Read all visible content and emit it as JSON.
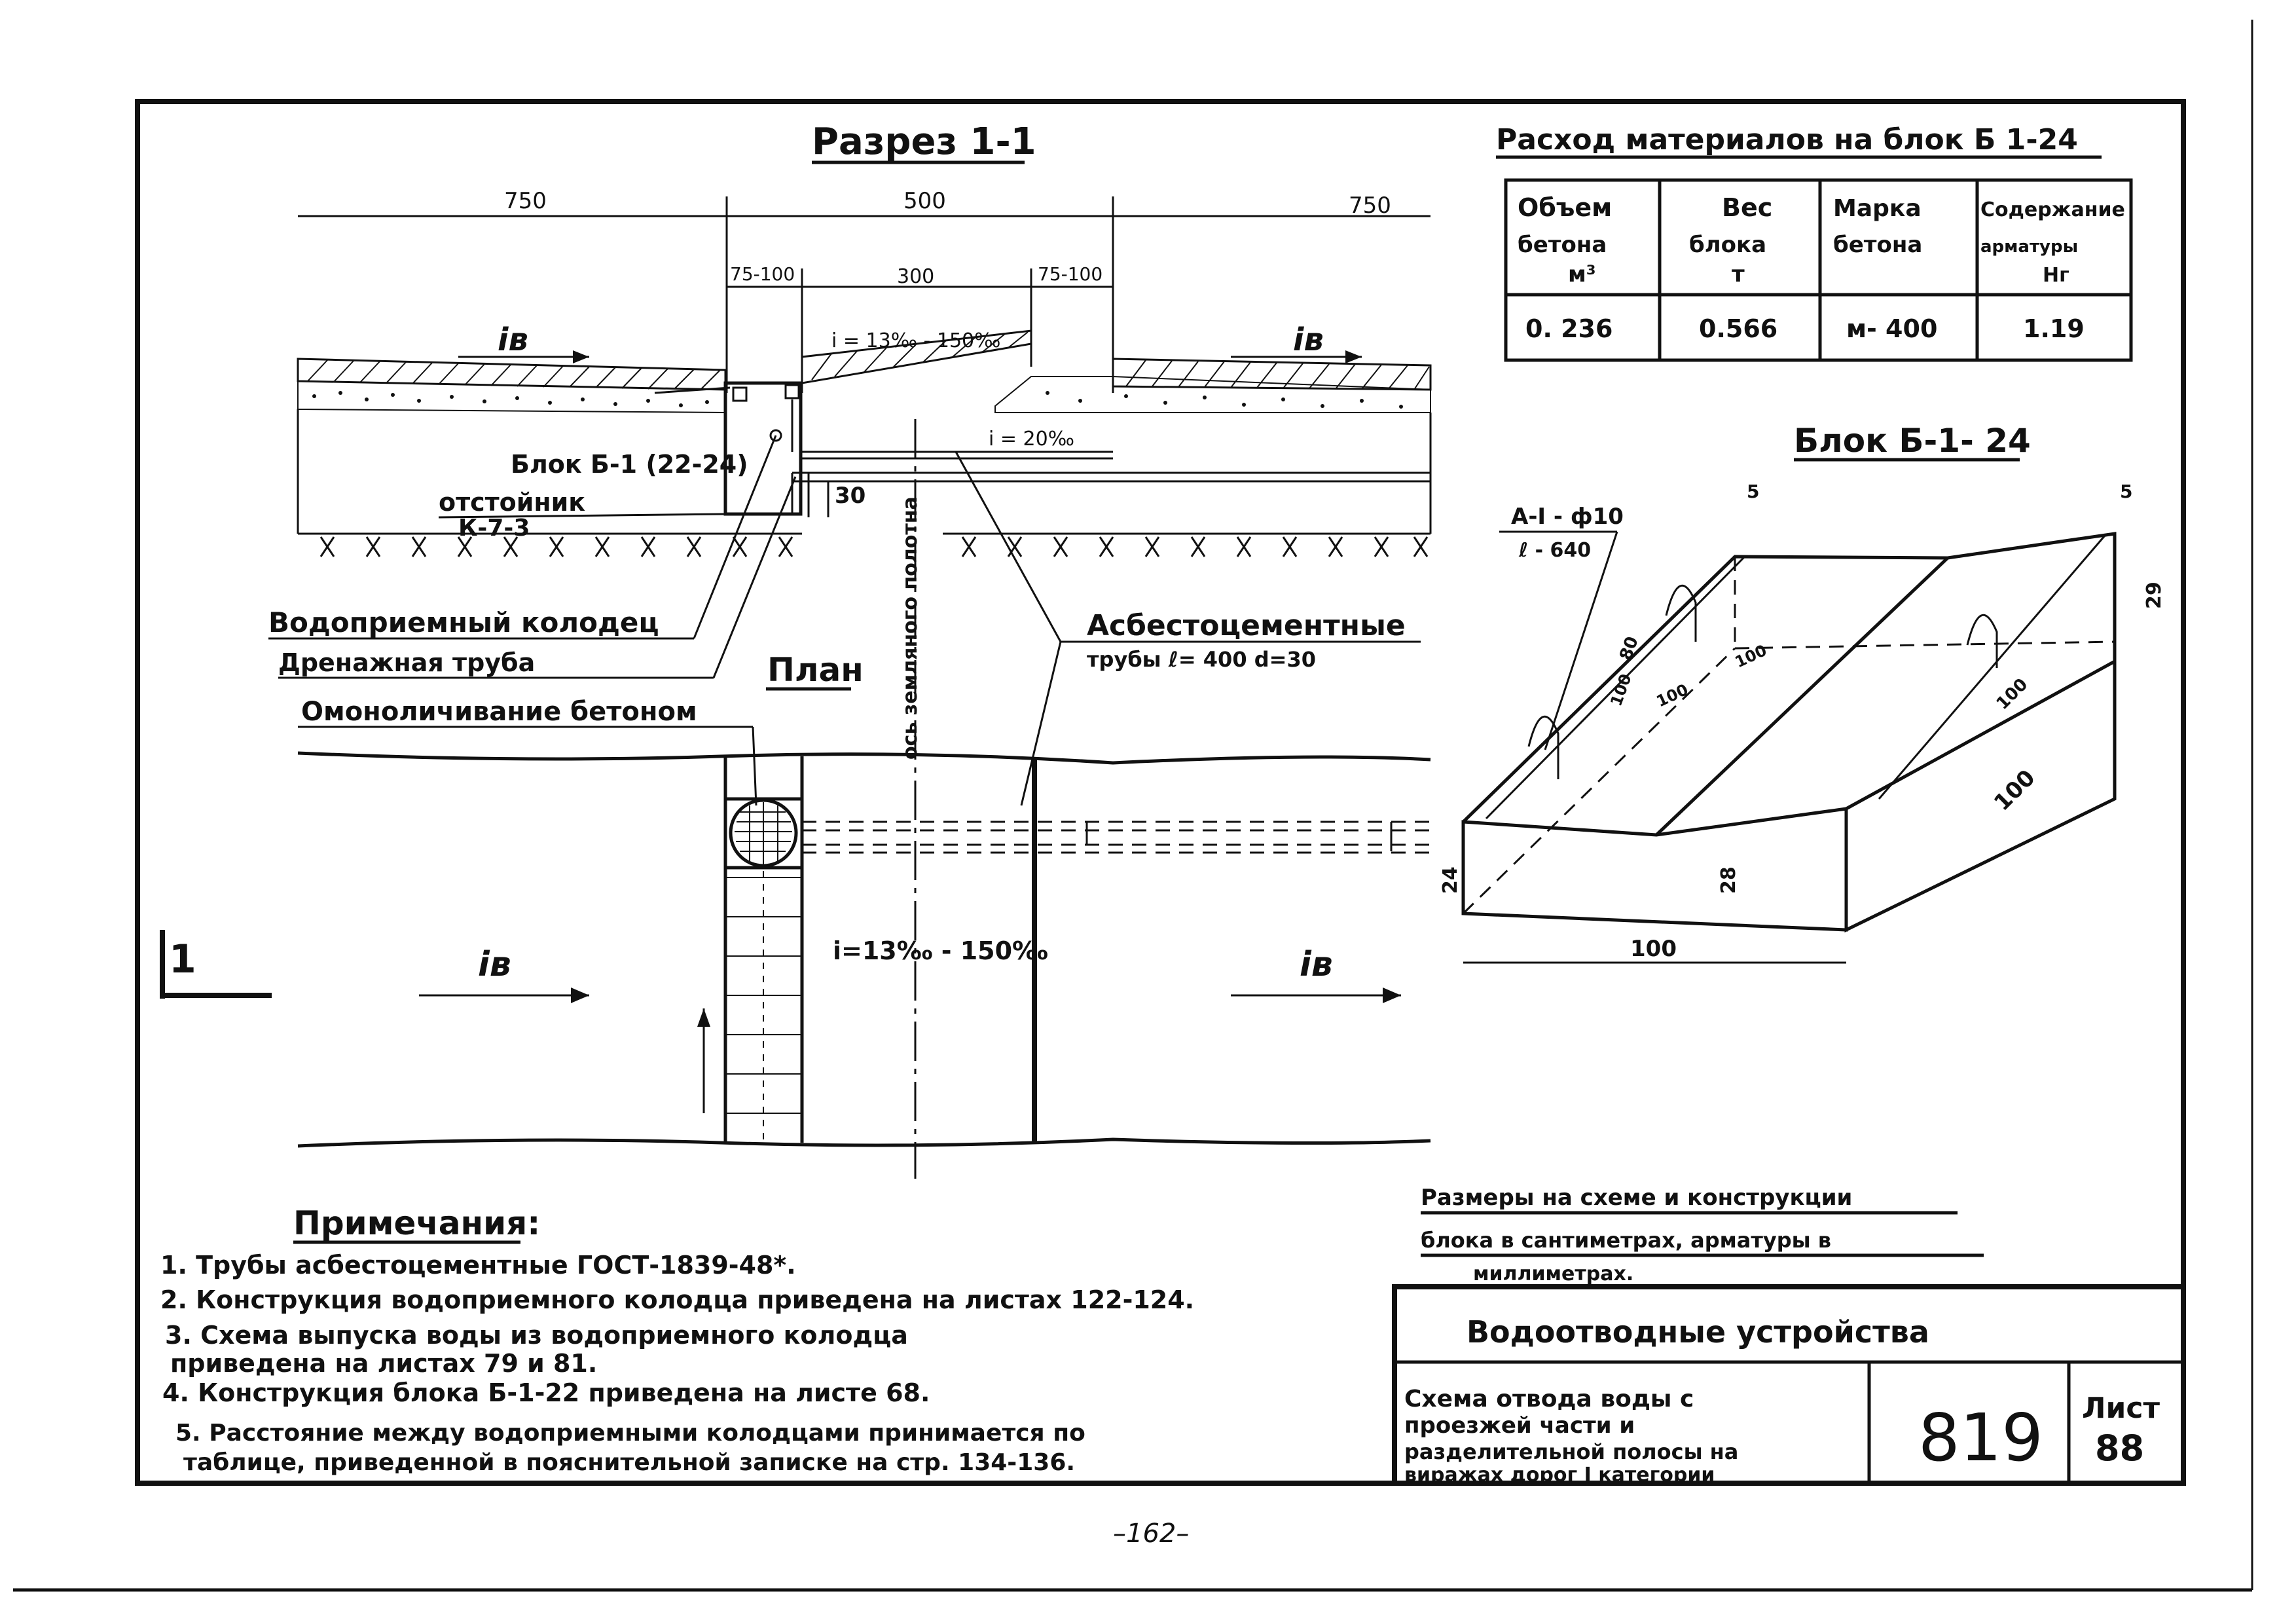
{
  "section": {
    "title": "Разрез 1-1",
    "dim_left": "750",
    "dim_mid": "500",
    "dim_right": "750",
    "dim_a": "75-100",
    "dim_b": "300",
    "dim_c": "75-100",
    "slope_road": "i = 13‰ - 150‰",
    "slope_pipe": "i = 20‰",
    "iv_left": "iв",
    "iv_right": "iв",
    "block_label": "Блок Б-1 (22-24)",
    "settler_label": "отстойник",
    "settler_code": "К-7-3",
    "dim_30": "30",
    "well_label": "Водоприемный колодец",
    "drain_label": "Дренажная труба",
    "axis_label": "ось земляного полотна",
    "pipes_label": "Асбестоцементные",
    "pipes_label2": "трубы  ℓ= 400  d=30"
  },
  "plan": {
    "title": "План",
    "concrete_label": "Омоноличивание  бетоном",
    "iv_left": "iв",
    "iv_right": "iв",
    "slope": "i=13‰ - 150‰",
    "section_mark": "1"
  },
  "materials": {
    "title": "Расход  материалов  на блок  Б 1-24",
    "headers": [
      "Объем бетона м³",
      "Вес блока т",
      "Марка бетона",
      "Содержание арматуры Нг"
    ],
    "header_lines": [
      [
        "Объем",
        "бетона",
        "м³"
      ],
      [
        "Вес",
        "блока",
        "т"
      ],
      [
        "Марка",
        "бетона"
      ],
      [
        "Содержание",
        "арматуры",
        "Нг"
      ]
    ],
    "values": [
      "0. 236",
      "0.566",
      "м- 400",
      "1.19"
    ]
  },
  "block": {
    "title": "Блок Б-1- 24",
    "rebar": "А-I - ф10",
    "rebar_len": "ℓ - 640",
    "d5a": "5",
    "d5b": "5",
    "d29": "29",
    "d80": "80",
    "d100a": "100",
    "d100b": "100",
    "d100c": "100",
    "d100d": "100",
    "d100e": "100",
    "d24": "24",
    "d28": "28",
    "d100f": "100"
  },
  "notes": {
    "title": "Примечания:",
    "items": [
      "1. Трубы асбестоцементные ГОСТ-1839-48*.",
      "2. Конструкция водоприемного колодца приведена на листах 122-124.",
      "3. Схема выпуска воды из водоприемного колодца",
      "    приведена на листах 79 и 81.",
      "4. Конструкция блока Б-1-22 приведена на листе 68.",
      "5. Расстояние между водоприемными колодцами принимается по",
      "    таблице, приведенной в пояснительной записке на стр. 134-136."
    ]
  },
  "dimensions_note": {
    "line1": "Размеры на схеме и конструкции",
    "line2": "блока в сантиметрах, арматуры в",
    "line3": "миллиметрах."
  },
  "stamp": {
    "category": "Водоотводные  устройства",
    "description": [
      "Схема отвода воды с",
      "проезжей части и",
      "разделительной полосы на",
      "виражах дорог I категории"
    ],
    "number": "819",
    "sheet_label": "Лист",
    "sheet_number": "88"
  },
  "page_number": "–162–"
}
